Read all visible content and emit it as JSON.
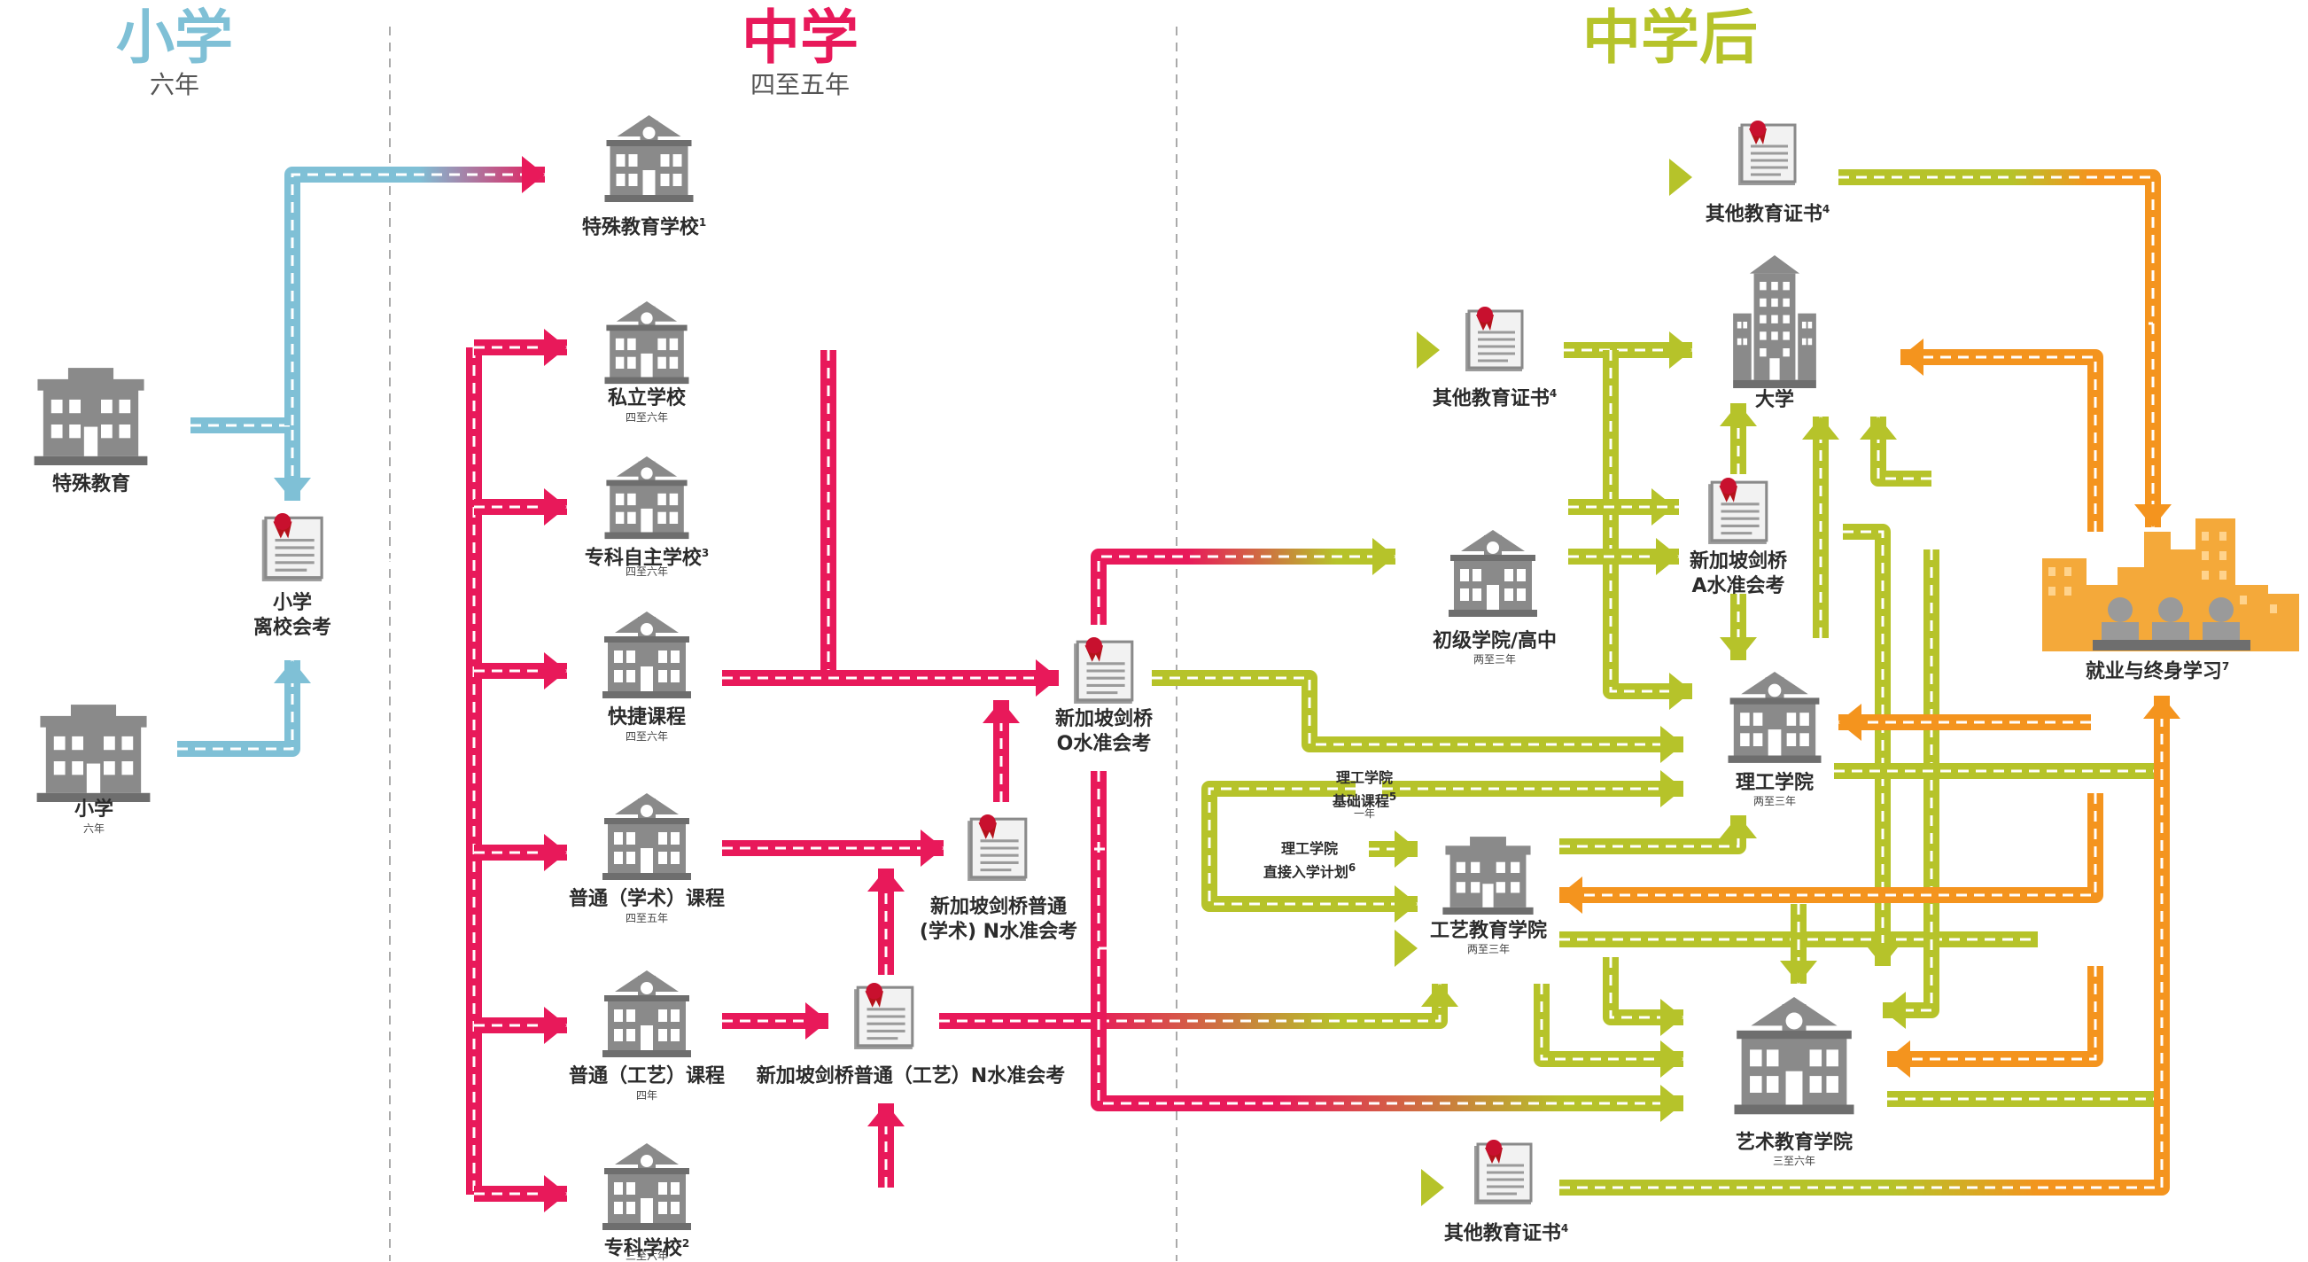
{
  "colors": {
    "blue": "#7fc0d6",
    "pink": "#e8195a",
    "green": "#b6c32a",
    "orange": "#f4941e",
    "gray": "#8a8a8a"
  },
  "headers": {
    "primary": {
      "title": "小学",
      "sub": "六年"
    },
    "secondary": {
      "title": "中学",
      "sub": "四至五年"
    },
    "post": {
      "title": "中学后"
    }
  },
  "nodes": {
    "special_ed": {
      "label": "特殊教育"
    },
    "primary_school": {
      "label": "小学",
      "sub": "六年"
    },
    "psle": {
      "line1": "小学",
      "line2": "离校会考"
    },
    "special_ed_school": {
      "label": "特殊教育学校",
      "sup": "1"
    },
    "private_school": {
      "label": "私立学校",
      "sub": "四至六年"
    },
    "independent_school": {
      "label": "专科自主学校",
      "sup": "3",
      "sub": "四至六年"
    },
    "express": {
      "label": "快捷课程",
      "sub": "四至六年"
    },
    "normal_academic": {
      "label": "普通（学术）课程",
      "sub": "四至五年"
    },
    "normal_technical": {
      "label": "普通（工艺）课程",
      "sub": "四年"
    },
    "specialised_school": {
      "label": "专科学校",
      "sup": "2",
      "sub": "三至六年"
    },
    "o_level": {
      "line1": "新加坡剑桥",
      "line2": "O水准会考"
    },
    "na_level": {
      "line1": "新加坡剑桥普通",
      "line2": "(学术) N水准会考"
    },
    "nt_level": {
      "label": "新加坡剑桥普通（工艺）N水准会考"
    },
    "other_cert_top": {
      "label": "其他教育证书",
      "sup": "4"
    },
    "other_cert_mid": {
      "label": "其他教育证书",
      "sup": "4"
    },
    "other_cert_bottom": {
      "label": "其他教育证书",
      "sup": "4"
    },
    "junior_college": {
      "label": "初级学院/高中",
      "sub": "两至三年"
    },
    "a_level": {
      "line1": "新加坡剑桥",
      "line2": "A水准会考"
    },
    "university": {
      "label": "大学"
    },
    "polytechnic": {
      "label": "理工学院",
      "sub": "两至三年"
    },
    "poly_foundation": {
      "line1": "理工学院",
      "line2": "基础课程",
      "sup": "5",
      "sub": "一年"
    },
    "poly_direct": {
      "line1": "理工学院",
      "line2": "直接入学计划",
      "sup": "6"
    },
    "ite": {
      "label": "工艺教育学院",
      "sub": "两至三年"
    },
    "arts": {
      "label": "艺术教育学院",
      "sub": "三至六年"
    },
    "employment": {
      "label": "就业与终身学习",
      "sup": "7"
    }
  }
}
